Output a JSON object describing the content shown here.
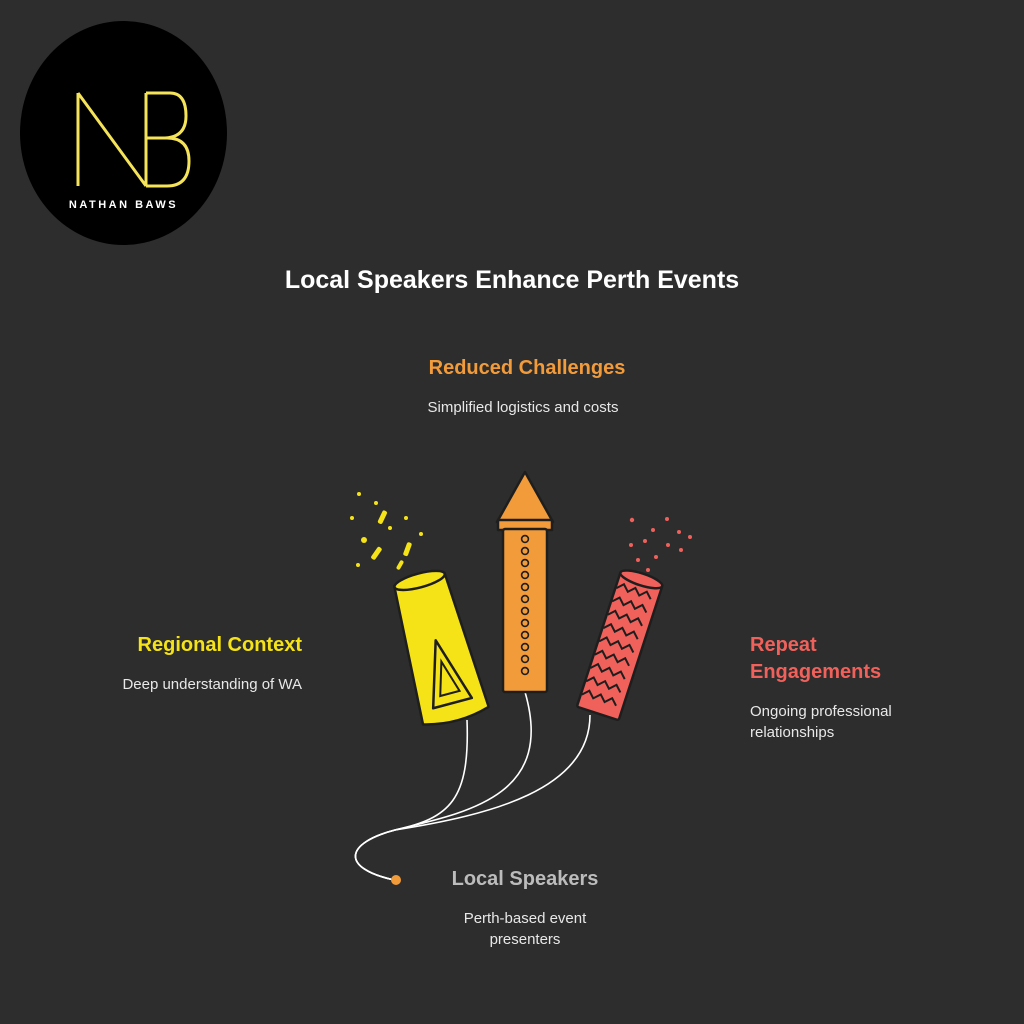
{
  "logo": {
    "monogram": "NB",
    "name": "NATHAN BAWS",
    "accent": "#f5e35a"
  },
  "title": "Local Speakers Enhance Perth Events",
  "items": [
    {
      "heading": "Reduced Challenges",
      "description": "Simplified logistics and costs",
      "color": "#f29b3a",
      "icon": "orange-rocket-firework-icon"
    },
    {
      "heading": "Regional Context",
      "description": "Deep understanding of WA",
      "color": "#f5e318",
      "icon": "yellow-cone-firework-icon"
    },
    {
      "heading": "Repeat Engagements",
      "description": "Ongoing professional relationships",
      "color": "#f0615b",
      "icon": "red-zigzag-firework-icon"
    },
    {
      "heading": "Local Speakers",
      "description": "Perth-based event presenters",
      "color": "#bcbcbc",
      "icon": "fuse-origin-dot-icon"
    }
  ],
  "colors": {
    "background": "#2d2d2d",
    "fuse": "#ffffff",
    "origin_dot": "#f29b3a"
  }
}
